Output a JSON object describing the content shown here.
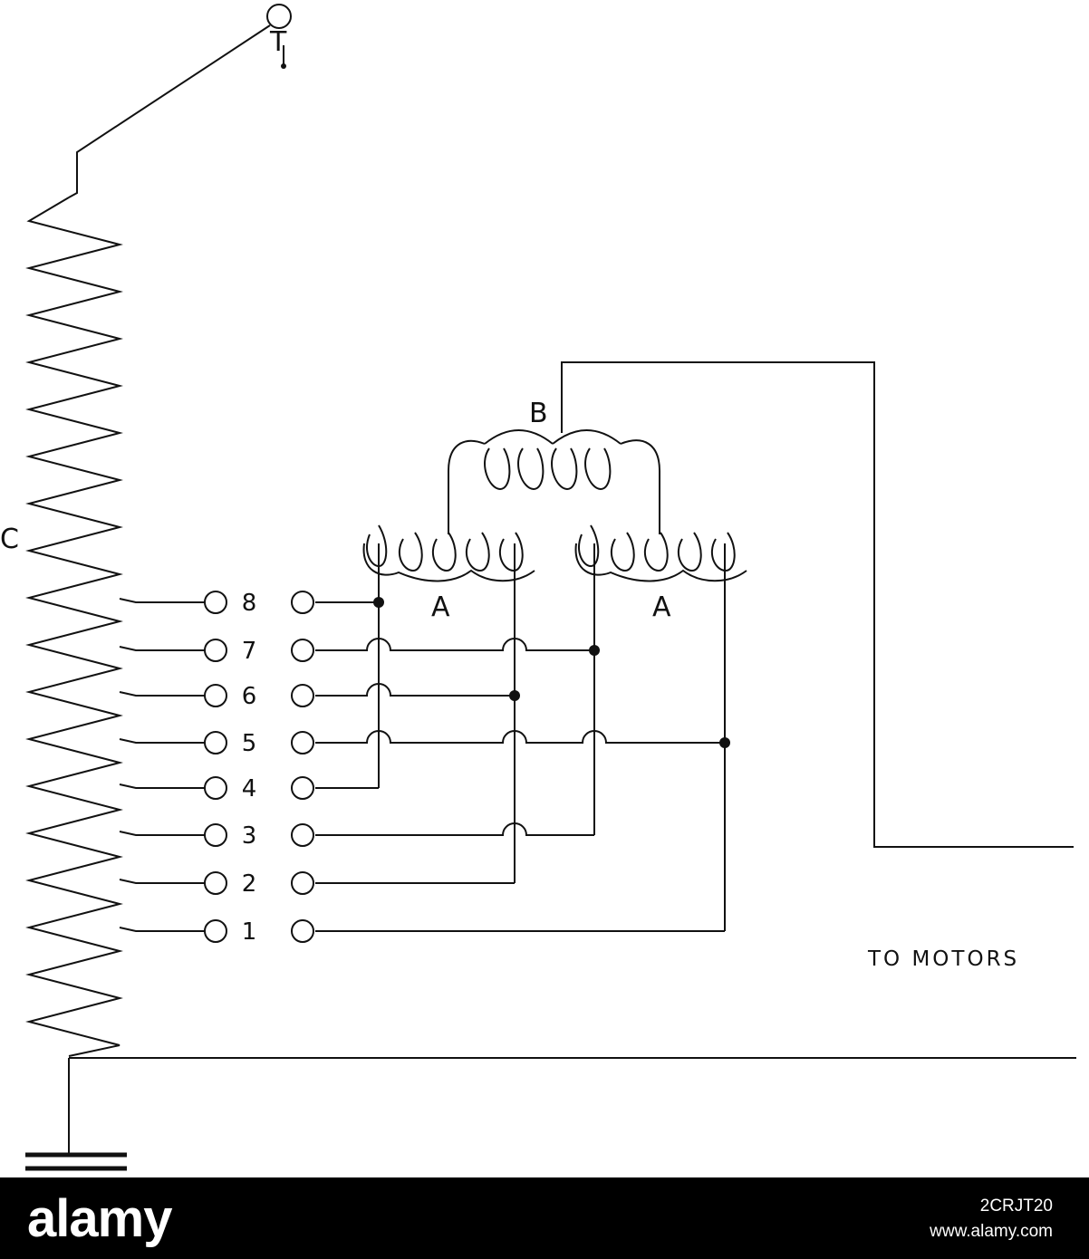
{
  "labels": {
    "trolley": "T",
    "coil_c": "C",
    "coil_b": "B",
    "coil_a_left": "A",
    "coil_a_right": "A",
    "to_motors": "TO MOTORS"
  },
  "taps": [
    "8",
    "7",
    "6",
    "5",
    "4",
    "3",
    "2",
    "1"
  ],
  "watermark": {
    "logo": "alamy",
    "image_id": "2CRJT20",
    "url": "www.alamy.com"
  },
  "colors": {
    "ink": "#111111",
    "band": "#000000"
  }
}
